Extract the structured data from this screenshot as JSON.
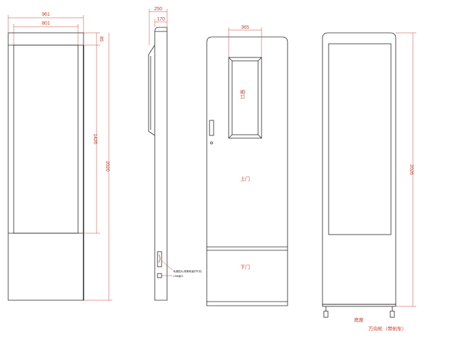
{
  "front_view": {
    "width_outer": "961",
    "width_screen": "801",
    "top_margin": "85",
    "screen_height": "1426",
    "total_height": "2020"
  },
  "side_view": {
    "depth": "250",
    "base_depth": "170",
    "note_lines": [
      "电源插头(带漏电保护开关)",
      "USB接口"
    ]
  },
  "back_view": {
    "window_width": "365",
    "window_label": "窗口",
    "upper_door_label": "上门",
    "lower_door_label": "下门"
  },
  "rear_front_view": {
    "total_height": "2026",
    "bottom_label": "底座",
    "wheels_label": "万向轮（带刹车）"
  },
  "colors": {
    "line": "#222222",
    "dimension": "#c0392b"
  }
}
